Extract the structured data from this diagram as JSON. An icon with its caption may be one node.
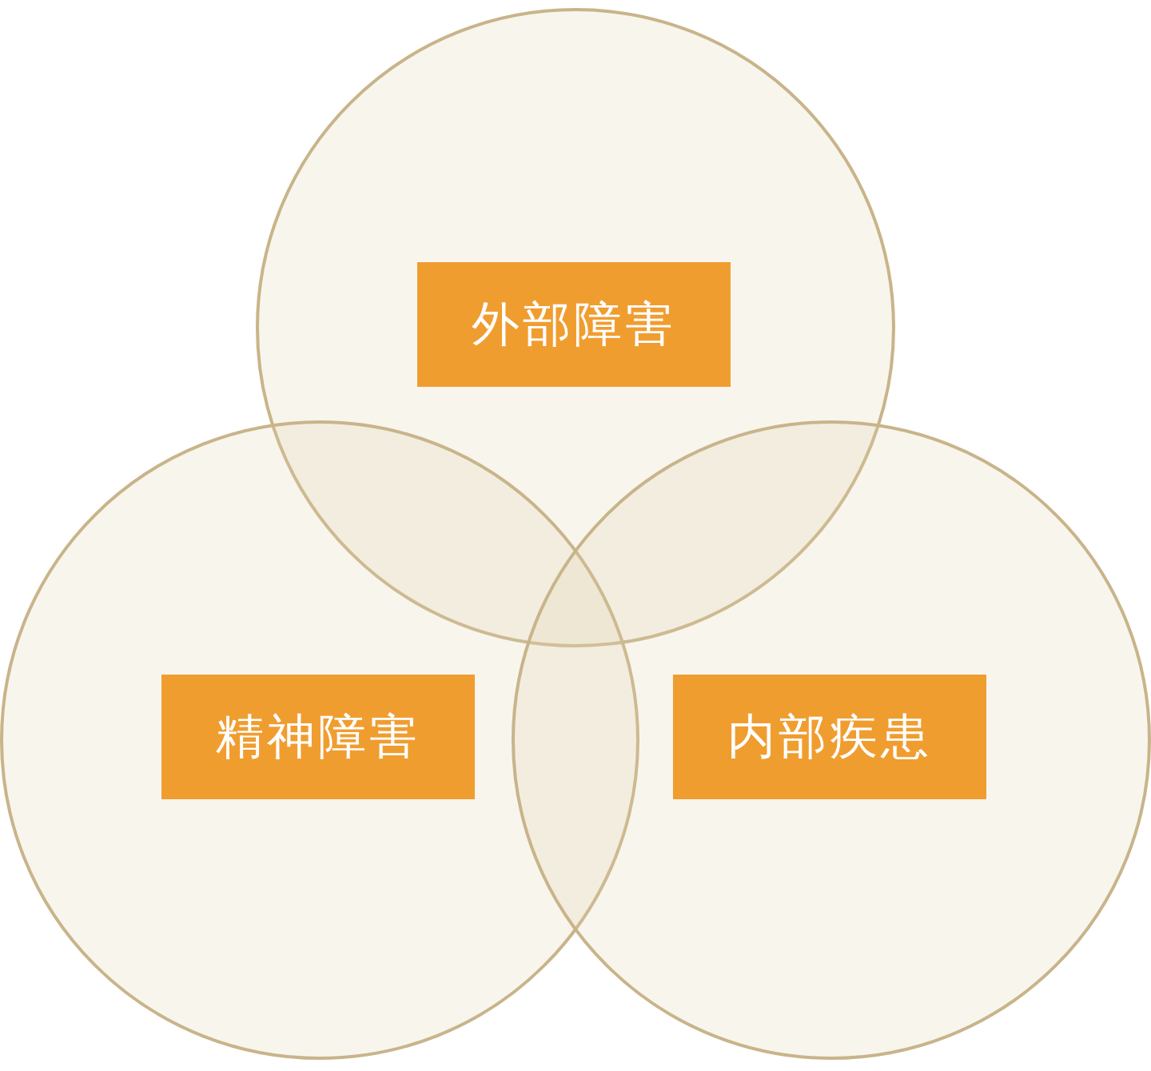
{
  "diagram": {
    "nodes": [
      {
        "text": [],
        "shape": "circle"
      },
      {
        "text": [
          "外部障害"
        ],
        "in": 0
      },
      {
        "text": [],
        "shape": "circle"
      },
      {
        "text": [
          "精神障害"
        ],
        "in": 2
      },
      {
        "text": [],
        "shape": "circle"
      },
      {
        "text": [
          "内部疾患"
        ],
        "in": 4
      }
    ]
  }
}
